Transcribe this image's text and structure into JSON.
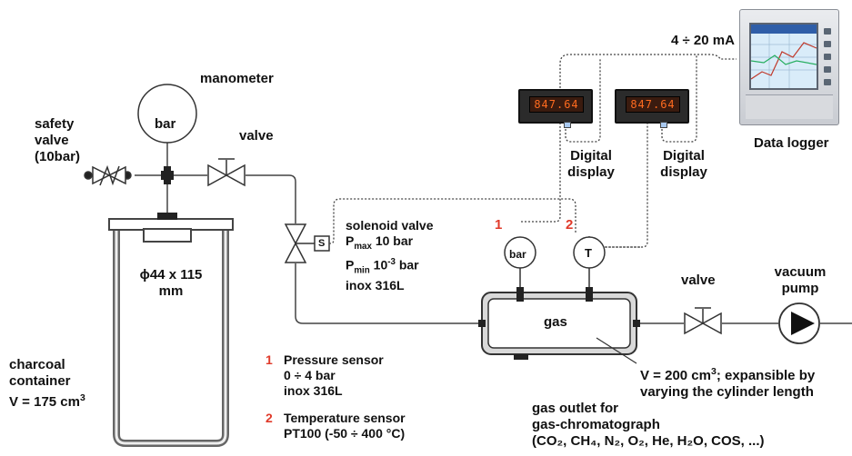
{
  "labels": {
    "manometer": "manometer",
    "gauge_unit": "bar",
    "safety_valve": [
      "safety",
      "valve",
      "(10bar)"
    ],
    "valve_top": "valve",
    "valve_right": "valve",
    "vacuum_pump": [
      "vacuum",
      "pump"
    ],
    "current_signal": "4 ÷ 20 mA",
    "data_logger": "Data logger",
    "digital_display": [
      "Digital",
      "display"
    ],
    "display_reading": "847.64",
    "solenoid_symbol": "S",
    "solenoid_valve": "solenoid valve",
    "pmax_value": "10 bar",
    "pmin_value": "10",
    "pmin_exp": "-3",
    "pmin_unit": "bar",
    "solenoid_material": "inox 316L",
    "container_size": [
      "ϕ44 x 115",
      "mm"
    ],
    "charcoal_container": [
      "charcoal",
      "container"
    ],
    "charcoal_volume": "V = 175 cm",
    "gas": "gas",
    "sensor_1_number": "1",
    "sensor_2_number": "2",
    "sensor_1_symbol": "bar",
    "sensor_2_symbol": "T",
    "cylinder_volume_line1": "V = 200 cm",
    "cylinder_volume_line1_tail": "; expansible by",
    "cylinder_volume_line2": "varying the cylinder length",
    "gas_outlet": [
      "gas outlet for",
      "gas-chromatograph"
    ],
    "gas_list": "(CO₂, CH₄, N₂, O₂, He, H₂O, COS, ...)",
    "legend": [
      {
        "num": "1",
        "lines": [
          "Pressure sensor",
          "0 ÷ 4 bar",
          "inox 316L"
        ]
      },
      {
        "num": "2",
        "lines": [
          "Temperature sensor",
          "PT100 (-50 ÷ 400 °C)"
        ]
      }
    ]
  }
}
